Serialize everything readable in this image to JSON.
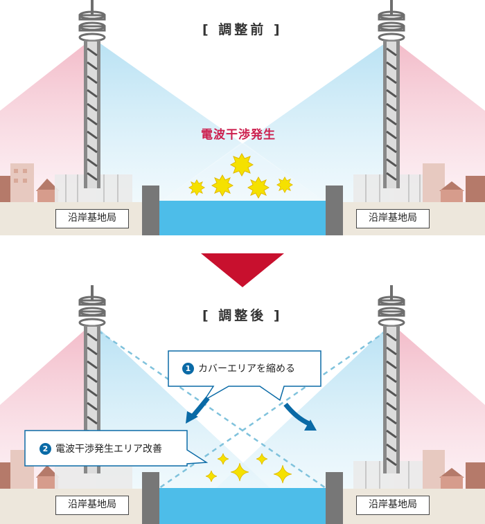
{
  "before": {
    "heading": "[ 調整前 ]",
    "interference_label": "電波干渉発生",
    "station_left": "沿岸基地局",
    "station_right": "沿岸基地局"
  },
  "after": {
    "heading": "[ 調整後 ]",
    "callout1_num": "1",
    "callout1_text": "カバーエリアを縮める",
    "callout2_num": "2",
    "callout2_text": "電波干渉発生エリア改善",
    "station_left": "沿岸基地局",
    "station_right": "沿岸基地局"
  },
  "colors": {
    "pink_beam": "#f4c9d4",
    "blue_beam": "#c9e8f5",
    "water": "#4dbde9",
    "ground": "#ede7dc",
    "arrow": "#c8102e",
    "dashed": "#7fc2dc",
    "callout_arrow": "#0a6aa6",
    "burst": "#f5e100",
    "sparkle": "#f5e100",
    "interference_text": "#cc1f4e"
  }
}
